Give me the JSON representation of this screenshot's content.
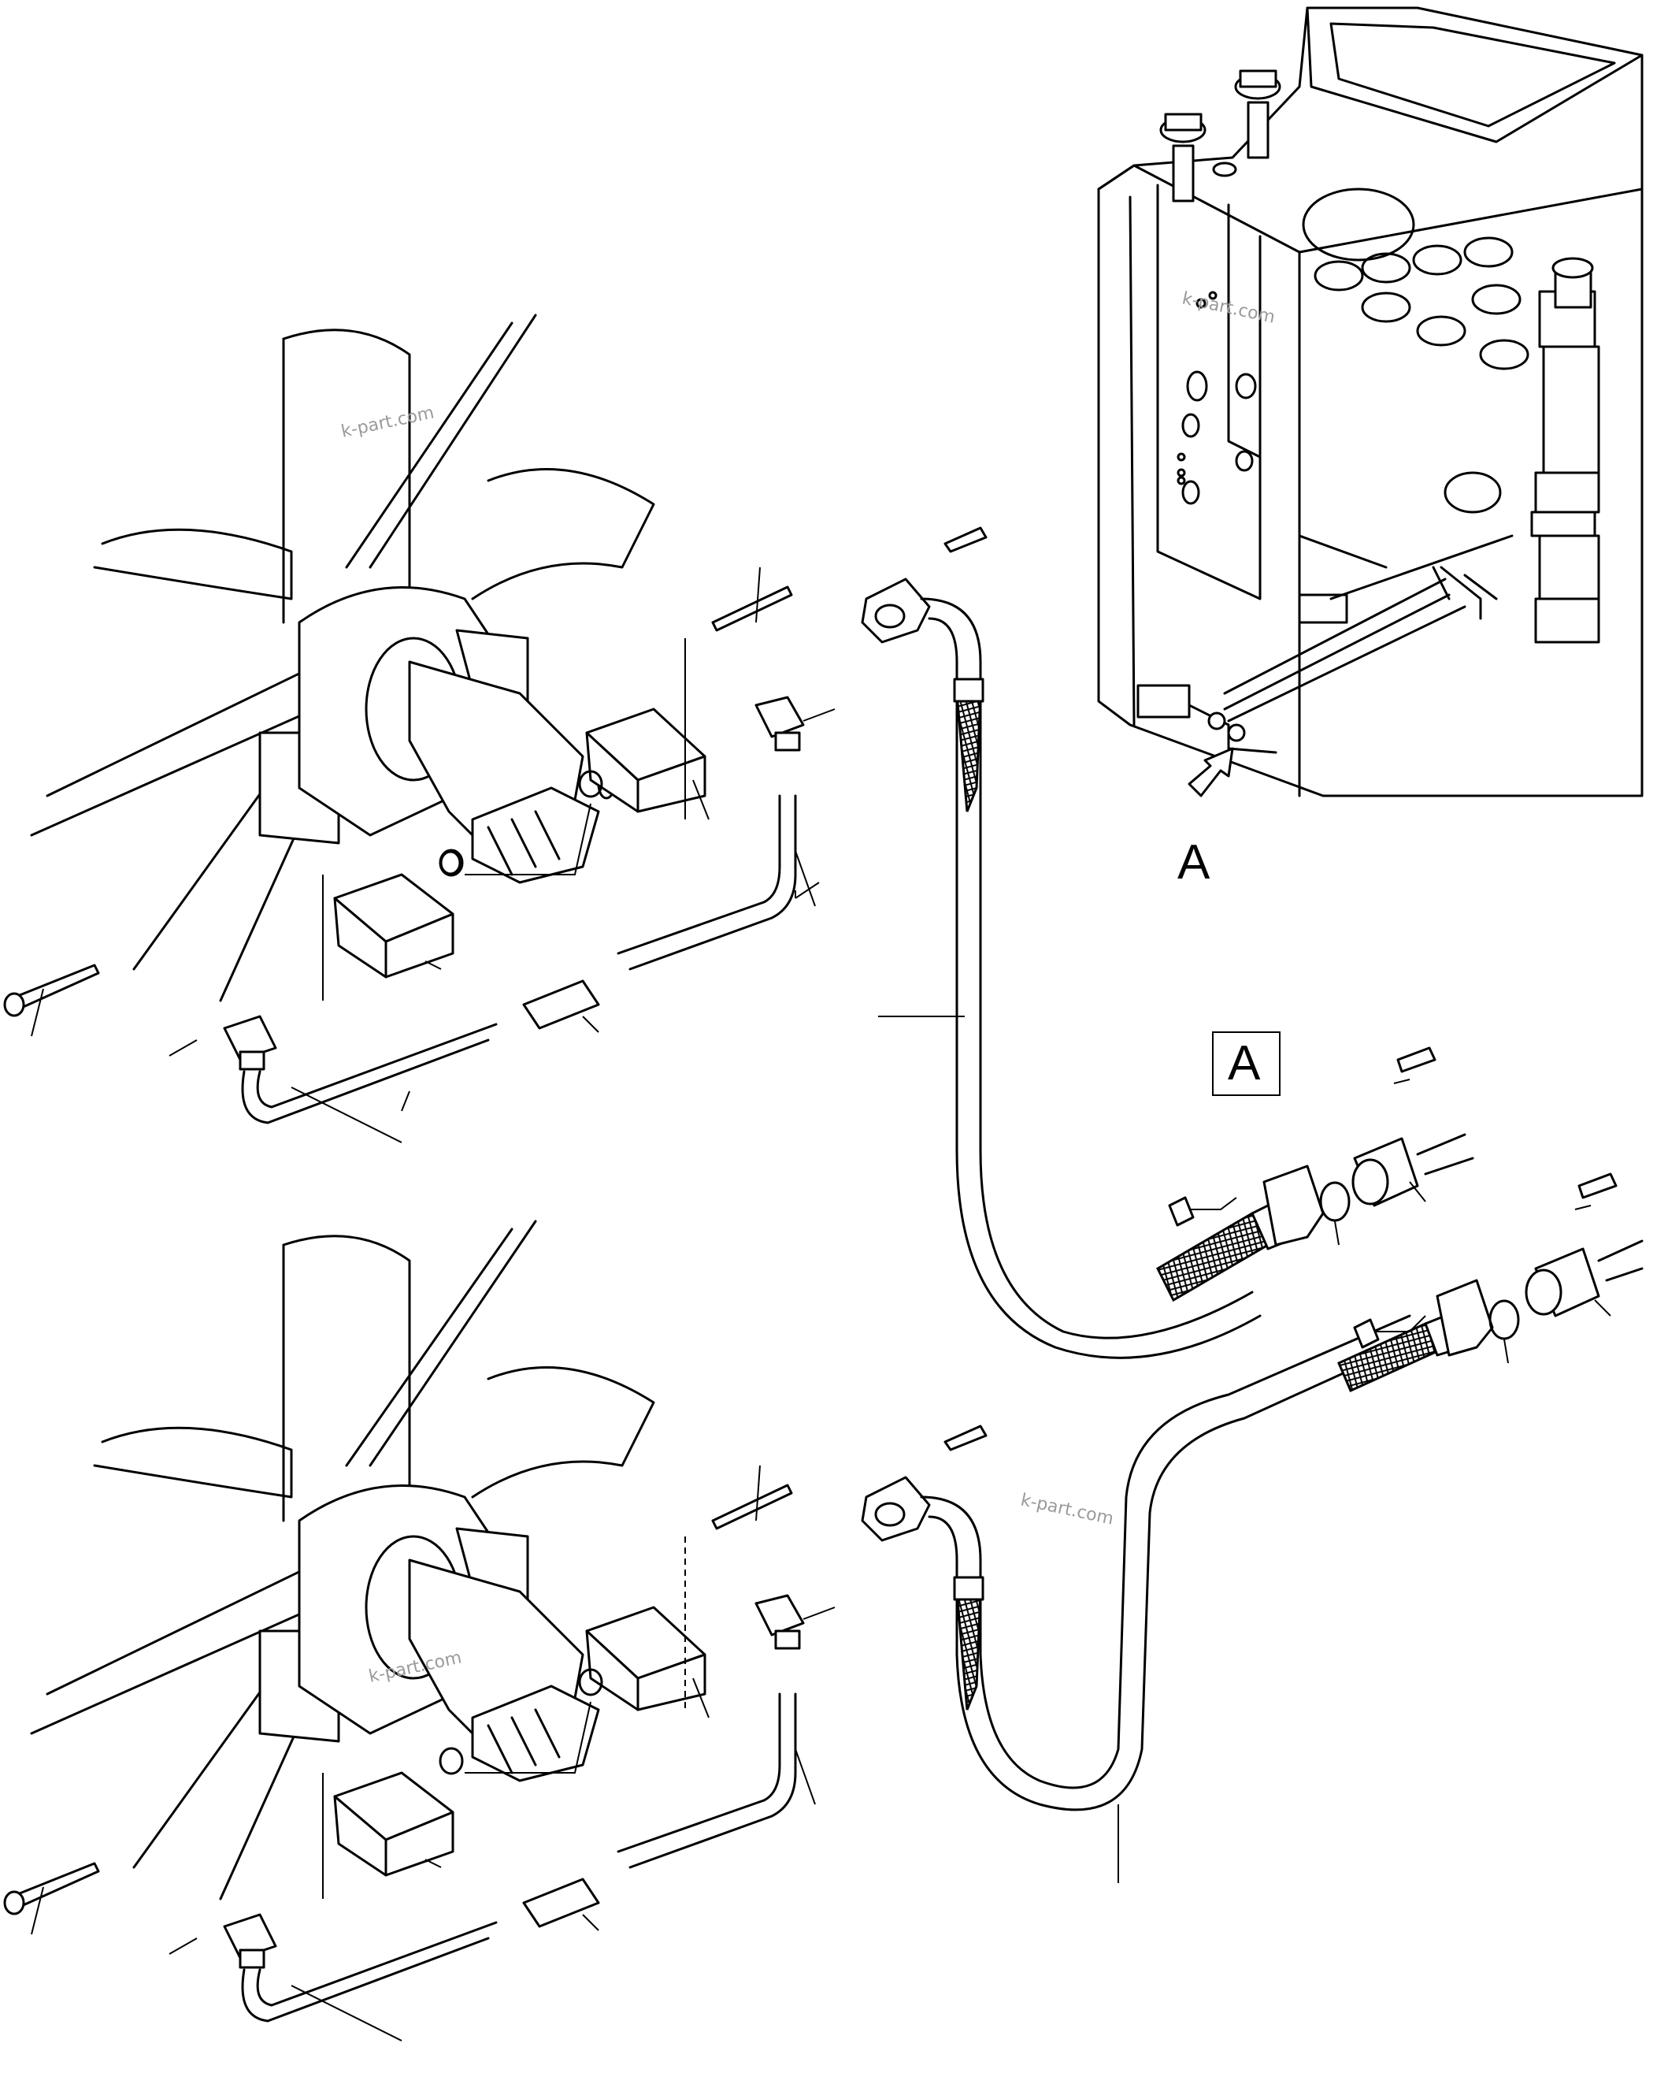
{
  "view_labels": {
    "arrow_letter": "A",
    "boxed_letter": "A"
  },
  "watermarks": [
    "k-part.com",
    "k-part.com",
    "k-part.com",
    "k-part.com"
  ],
  "icons": {
    "view_arrow": "view-direction-arrow-icon"
  }
}
